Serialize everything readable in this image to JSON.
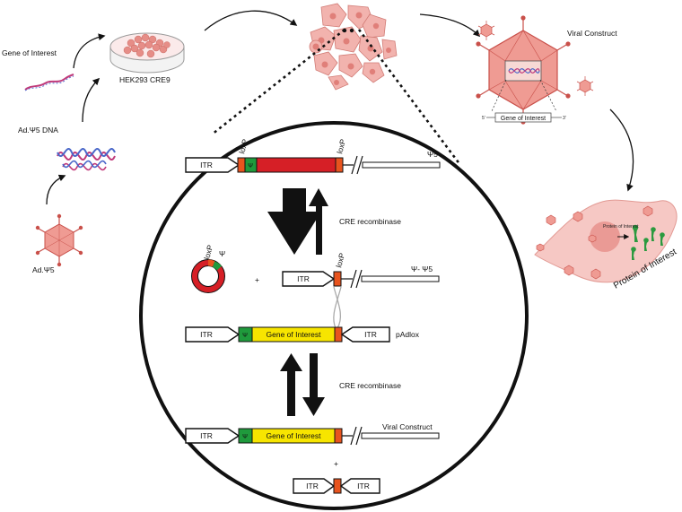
{
  "labels": {
    "gene_of_interest": "Gene of Interest",
    "hek293": "HEK293 CRE9",
    "ad_psi5_dna": "Ad.Ψ5 DNA",
    "ad_psi5": "Ad.Ψ5",
    "viral_construct_top": "Viral Construct",
    "vc_gene_of_interest": "Gene of Interest",
    "vc_5prime": "5'",
    "vc_3prime": "3'",
    "protein_of_interest_small": "Protein of Interest",
    "protein_of_interest_big": "Protein of Interest"
  },
  "circle": {
    "row1": {
      "itr": "ITR",
      "psi": "Ψ",
      "loxp_left": "loxP",
      "loxp_right": "loxP",
      "end_label": "Ψ5"
    },
    "cre_top": "CRE recombinase",
    "plasmid": {
      "loxp": "loxP",
      "psi": "Ψ"
    },
    "plus1": "+",
    "row2": {
      "itr": "ITR",
      "loxp": "loxP",
      "end_label": "Ψ- Ψ5"
    },
    "row3": {
      "itr_left": "ITR",
      "psi": "Ψ",
      "gene": "Gene of Interest",
      "itr_right": "ITR",
      "end_label": "pAdlox"
    },
    "cre_bottom": "CRE recombinase",
    "row4": {
      "itr": "ITR",
      "psi": "Ψ",
      "gene": "Gene of Interest",
      "end_label": "Viral Construct"
    },
    "plus2": "+",
    "row5": {
      "itr_left": "ITR",
      "itr_right": "ITR"
    }
  },
  "colors": {
    "red": "#d61f26",
    "green": "#1f9a3c",
    "yellow": "#f7e500",
    "orange": "#e8541e",
    "cell_pink": "#f2b3ae",
    "cell_nucleus": "#e07f79",
    "virus_fill": "#ef9b93",
    "virus_stroke": "#c9504a",
    "protein_green": "#2b9a3f"
  },
  "icons": [
    "petri-dish-icon",
    "dna-strand-icon",
    "dna-coil-icon",
    "virus-icon",
    "cell-cluster-icon",
    "host-cell-icon",
    "arrow-icon"
  ]
}
